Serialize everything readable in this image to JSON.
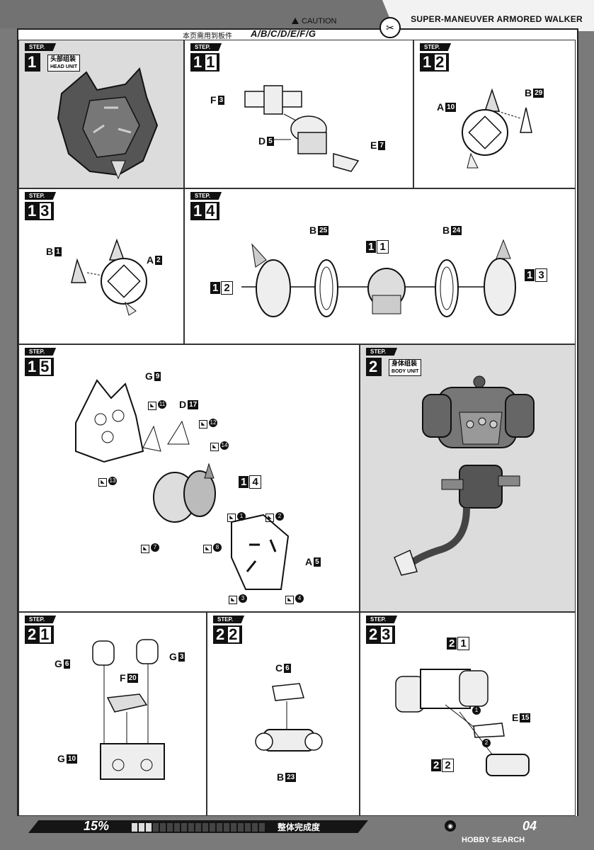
{
  "header": {
    "brand": "SUPER-MANEUVER ARMORED WALKER",
    "caution": "CAUTION",
    "parts_note": "本页需用到板件",
    "parts_list": "A/B/C/D/E/F/G"
  },
  "step_tag": "STEP.",
  "steps": {
    "s1": {
      "num": "1",
      "label_cn": "头部组装",
      "label_en": "HEAD UNIT"
    },
    "s11": {
      "num": "1",
      "num2": "1",
      "parts": [
        {
          "l": "F",
          "n": "3"
        },
        {
          "l": "D",
          "n": "5"
        },
        {
          "l": "E",
          "n": "7"
        }
      ]
    },
    "s12": {
      "num": "1",
      "num2": "2",
      "parts": [
        {
          "l": "A",
          "n": "10"
        },
        {
          "l": "B",
          "n": "29"
        }
      ]
    },
    "s13": {
      "num": "1",
      "num2": "3",
      "parts": [
        {
          "l": "B",
          "n": "1"
        },
        {
          "l": "A",
          "n": "2"
        }
      ]
    },
    "s14": {
      "num": "1",
      "num2": "4",
      "parts": [
        {
          "l": "B",
          "n": "25"
        },
        {
          "l": "B",
          "n": "24"
        }
      ],
      "refs": [
        {
          "a": "1",
          "b": "1"
        },
        {
          "a": "1",
          "b": "2"
        },
        {
          "a": "1",
          "b": "3"
        }
      ]
    },
    "s15": {
      "num": "1",
      "num2": "5",
      "parts": [
        {
          "l": "G",
          "n": "9"
        },
        {
          "l": "D",
          "n": "17"
        },
        {
          "l": "A",
          "n": "5"
        }
      ],
      "ref": {
        "a": "1",
        "b": "4"
      },
      "subs": [
        "11",
        "12",
        "14",
        "13",
        "7",
        "8",
        "1",
        "2",
        "3",
        "4"
      ]
    },
    "s2": {
      "num": "2",
      "label_cn": "身体组装",
      "label_en": "BODY UNIT"
    },
    "s21": {
      "num": "2",
      "num2": "1",
      "parts": [
        {
          "l": "G",
          "n": "6"
        },
        {
          "l": "G",
          "n": "3"
        },
        {
          "l": "F",
          "n": "20"
        },
        {
          "l": "G",
          "n": "10"
        }
      ]
    },
    "s22": {
      "num": "2",
      "num2": "2",
      "parts": [
        {
          "l": "C",
          "n": "6"
        },
        {
          "l": "B",
          "n": "23"
        }
      ]
    },
    "s23": {
      "num": "2",
      "num2": "3",
      "parts": [
        {
          "l": "E",
          "n": "15"
        }
      ],
      "refs": [
        {
          "a": "2",
          "b": "1"
        },
        {
          "a": "2",
          "b": "2"
        }
      ],
      "subs": [
        "1",
        "2"
      ]
    }
  },
  "footer": {
    "percent": "15%",
    "progress_label": "整体完成度",
    "progress": 0.15,
    "page": "04",
    "watermark": "HOBBY SEARCH"
  }
}
